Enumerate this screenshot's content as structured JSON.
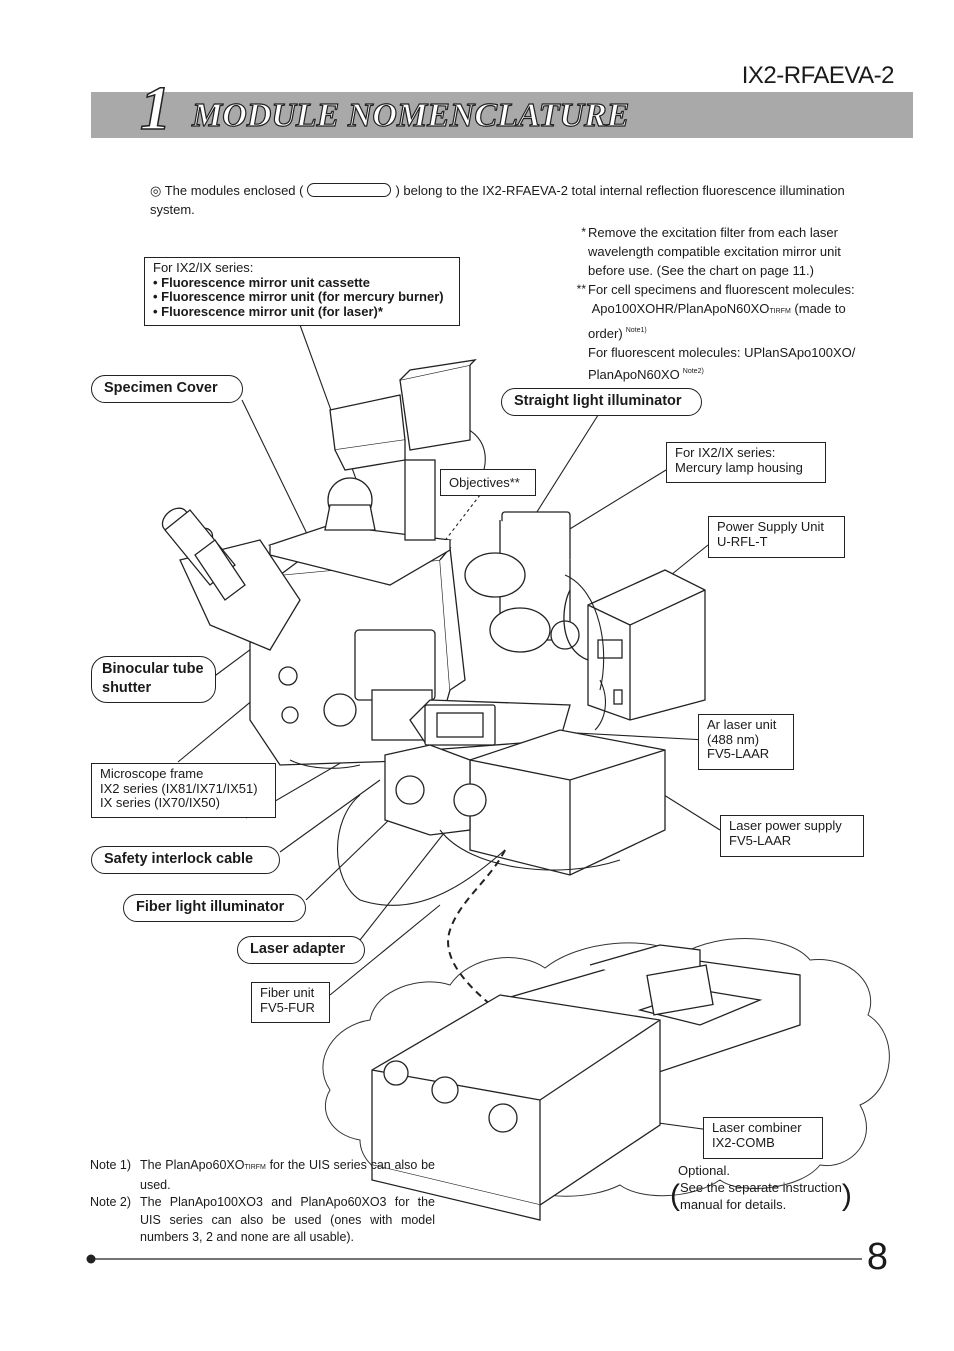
{
  "header": {
    "model": "IX2-RFAEVA-2",
    "chapter_number": "1",
    "chapter_title": "MODULE NOMENCLATURE"
  },
  "intro": {
    "bullet": "◎",
    "before": "The modules enclosed (",
    "after": ") belong to the IX2-RFAEVA-2 total internal reflection fluorescence illumination system."
  },
  "side_notes": {
    "note1_mark": "*",
    "note1_text": "Remove the excitation filter from each laser wavelength compatible excitation mirror unit before use. (See the chart on page 11.)",
    "note2_mark": "**",
    "note2_line1": "For cell specimens and fluorescent molecules:",
    "note2_obj": "Apo100XOHR/PlanApoN60XO",
    "note2_sub": "TIRFM",
    "note2_after": "(made to order)",
    "note2_ref": "Note1)",
    "note3_text": "For fluorescent molecules: UPlanSApo100XO/ PlanApoN60XO",
    "note3_ref": "Note2)"
  },
  "labels": {
    "cassette_box": {
      "title": "For IX2/IX series:",
      "items": [
        "• Fluorescence mirror unit cassette",
        "• Fluorescence mirror unit (for mercury burner)",
        "• Fluorescence mirror unit (for laser)*"
      ]
    },
    "specimen_cover": "Specimen Cover",
    "straight_illuminator": "Straight light illuminator",
    "objectives": "Objectives",
    "objectives_mark": "**",
    "mercury_lamp": {
      "line1": "For IX2/IX series:",
      "line2": "Mercury lamp housing"
    },
    "power_supply": {
      "line1": "Power Supply Unit",
      "line2": "U-RFL-T"
    },
    "binocular": {
      "line1": "Binocular tube",
      "line2": "shutter"
    },
    "ar_laser": {
      "line1": "Ar laser unit",
      "line2": "(488 nm)",
      "line3": "FV5-LAAR"
    },
    "microscope_frame": {
      "line1": "Microscope frame",
      "line2": "IX2 series (IX81/IX71/IX51)",
      "line3": "IX series (IX70/IX50)"
    },
    "laser_power_supply": {
      "line1": "Laser power supply",
      "line2": "FV5-LAAR"
    },
    "safety_interlock": "Safety interlock cable",
    "fiber_illuminator": "Fiber light illuminator",
    "laser_adapter": "Laser adapter",
    "fiber_unit": {
      "line1": "Fiber unit",
      "line2": "FV5-FUR"
    },
    "laser_combiner": {
      "line1": "Laser combiner",
      "line2": "IX2-COMB"
    }
  },
  "optional": {
    "line1": "Optional.",
    "line2": "See the separate instruction",
    "line3": "manual for details."
  },
  "notes": [
    {
      "key": "Note 1)",
      "pre": "The PlanApo60XO",
      "sub": "TIRFM",
      "post": " for the UIS series can also be used."
    },
    {
      "key": "Note 2)",
      "text": "The PlanApo100XO3 and PlanApo60XO3 for the UIS series can also be used (ones with model numbers 3, 2 and none are all usable)."
    }
  ],
  "page_number": "8"
}
